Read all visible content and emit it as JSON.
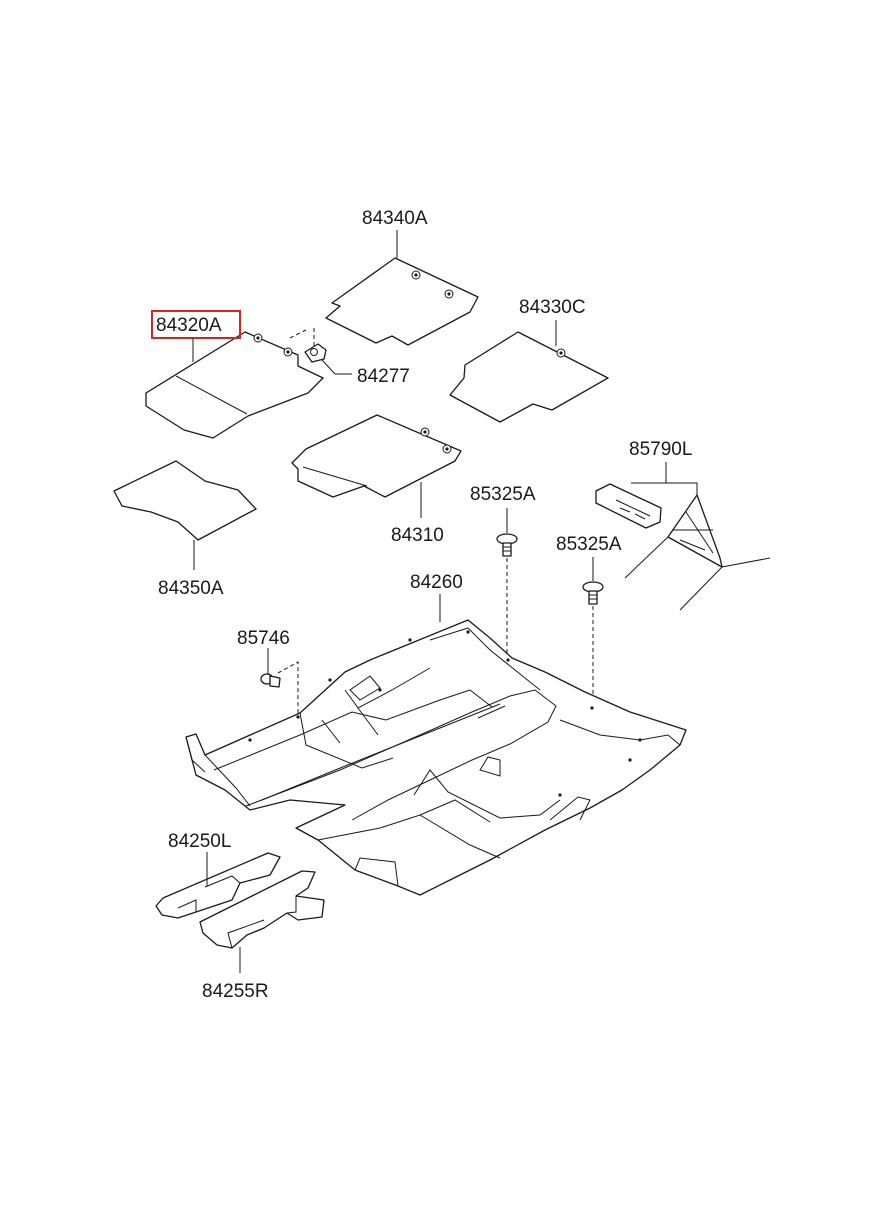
{
  "diagram": {
    "highlight_color": "#e02020",
    "highlighted_part": "84320A",
    "labels": {
      "p84340A": "84340A",
      "p84320A": "84320A",
      "p84330C": "84330C",
      "p84277": "84277",
      "p85790L": "85790L",
      "p84310": "84310",
      "p85325A_1": "85325A",
      "p85325A_2": "85325A",
      "p84350A": "84350A",
      "p84260": "84260",
      "p85746": "85746",
      "p84250L": "84250L",
      "p84255R": "84255R"
    }
  }
}
